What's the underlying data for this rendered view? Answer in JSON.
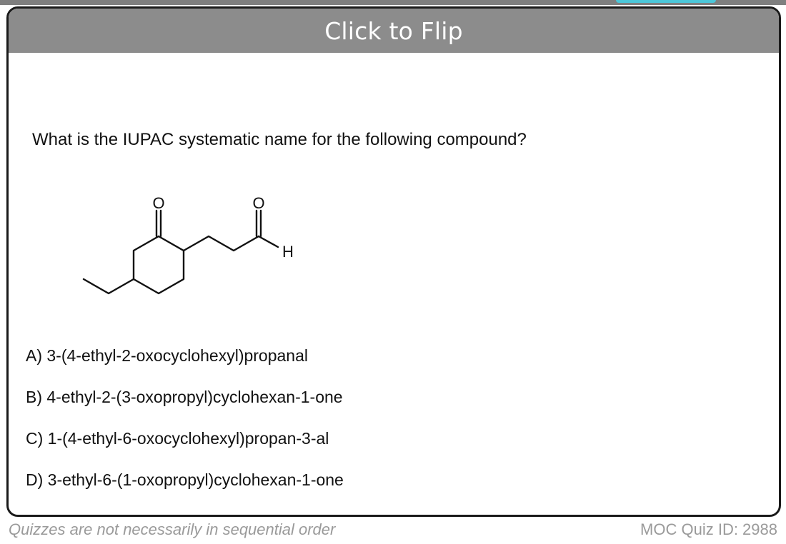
{
  "card": {
    "flip_label": "Click to Flip",
    "question": "What is the IUPAC systematic name for the following compound?",
    "structure": {
      "labels": {
        "ketone_oxygen": "O",
        "aldehyde_oxygen": "O",
        "aldehyde_hydrogen": "H"
      }
    },
    "options": [
      "A) 3-(4-ethyl-2-oxocyclohexyl)propanal",
      "B) 4-ethyl-2-(3-oxopropyl)cyclohexan-1-one",
      "C) 1-(4-ethyl-6-oxocyclohexyl)propan-3-al",
      "D) 3-ethyl-6-(1-oxopropyl)cyclohexan-1-one"
    ]
  },
  "footer": {
    "note": "Quizzes are not necessarily in sequential order",
    "quiz_id": "MOC Quiz ID: 2988"
  },
  "colors": {
    "flip_bar": "#8c8c8c",
    "card_border": "#1a1a1a",
    "footer_text": "#9a9a9a",
    "top_tab": "#4cc7d9"
  }
}
